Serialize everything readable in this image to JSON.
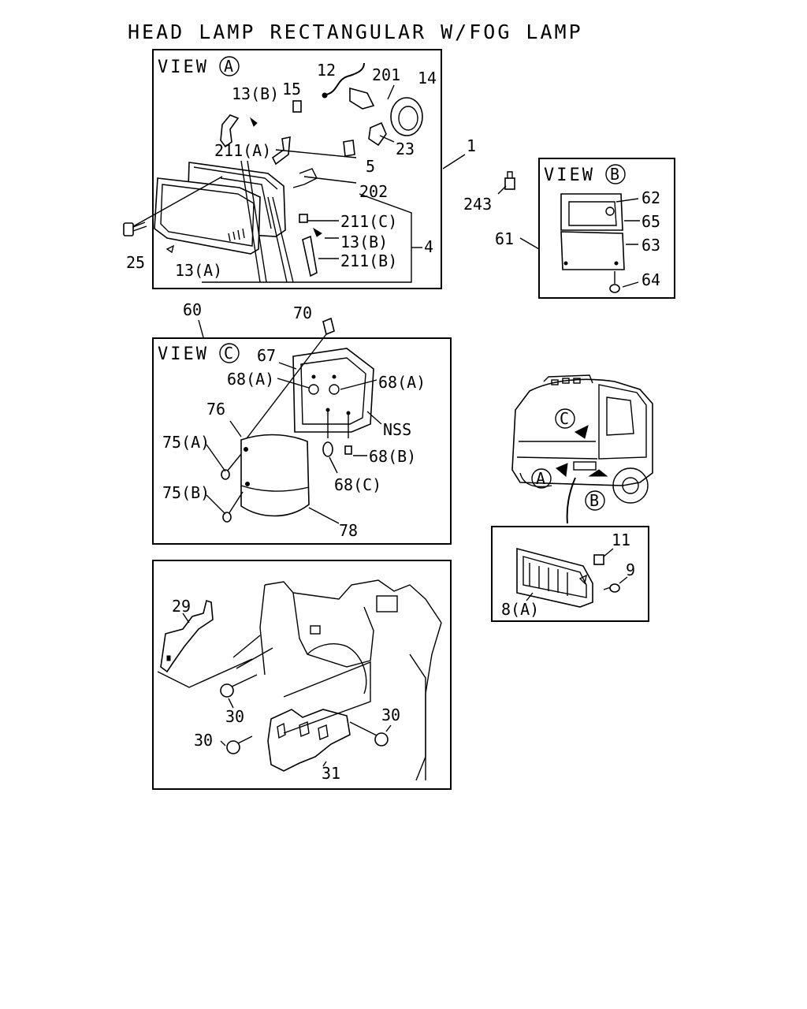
{
  "title": "HEAD LAMP RECTANGULAR W/FOG LAMP",
  "views": {
    "a": {
      "label": "VIEW",
      "letter": "A"
    },
    "b": {
      "label": "VIEW",
      "letter": "B"
    },
    "c": {
      "label": "VIEW",
      "letter": "C"
    }
  },
  "locator_letters": {
    "a": "A",
    "b": "B",
    "c": "C"
  },
  "callouts": {
    "p1": "1",
    "p4": "4",
    "p5": "5",
    "p12": "12",
    "p13b_top": "13(B)",
    "p15": "15",
    "p201": "201",
    "p14": "14",
    "p23": "23",
    "p211a": "211(A)",
    "p202": "202",
    "p211c": "211(C)",
    "p13b": "13(B)",
    "p211b": "211(B)",
    "p25": "25",
    "p13a": "13(A)",
    "p243": "243",
    "p61": "61",
    "p62": "62",
    "p65": "65",
    "p63": "63",
    "p64": "64",
    "p60": "60",
    "p70": "70",
    "p67": "67",
    "p68a_l": "68(A)",
    "p68a_r": "68(A)",
    "p76": "76",
    "pnss": "NSS",
    "p75a": "75(A)",
    "p68b": "68(B)",
    "p68c": "68(C)",
    "p75b": "75(B)",
    "p78": "78",
    "p11": "11",
    "p9": "9",
    "p8a": "8(A)",
    "p29": "29",
    "p30_a": "30",
    "p30_b": "30",
    "p30_c": "30",
    "p31": "31"
  }
}
